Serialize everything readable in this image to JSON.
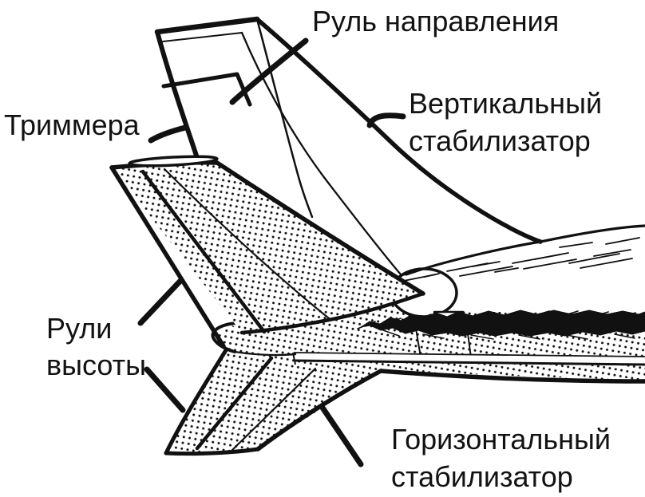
{
  "figure": {
    "colors": {
      "ink": "#111111",
      "background": "#ffffff"
    },
    "labels": {
      "rudder": {
        "text": "Руль направления"
      },
      "vertical_stabilizer": {
        "line1": "Вертикальный",
        "line2": "стабилизатор"
      },
      "trimmers": {
        "text": "Триммера"
      },
      "elevators": {
        "line1": "Рули",
        "line2": "высоты"
      },
      "horizontal_stabilizer": {
        "line1": "Горизонтальный",
        "line2": "стабилизатор"
      }
    }
  }
}
